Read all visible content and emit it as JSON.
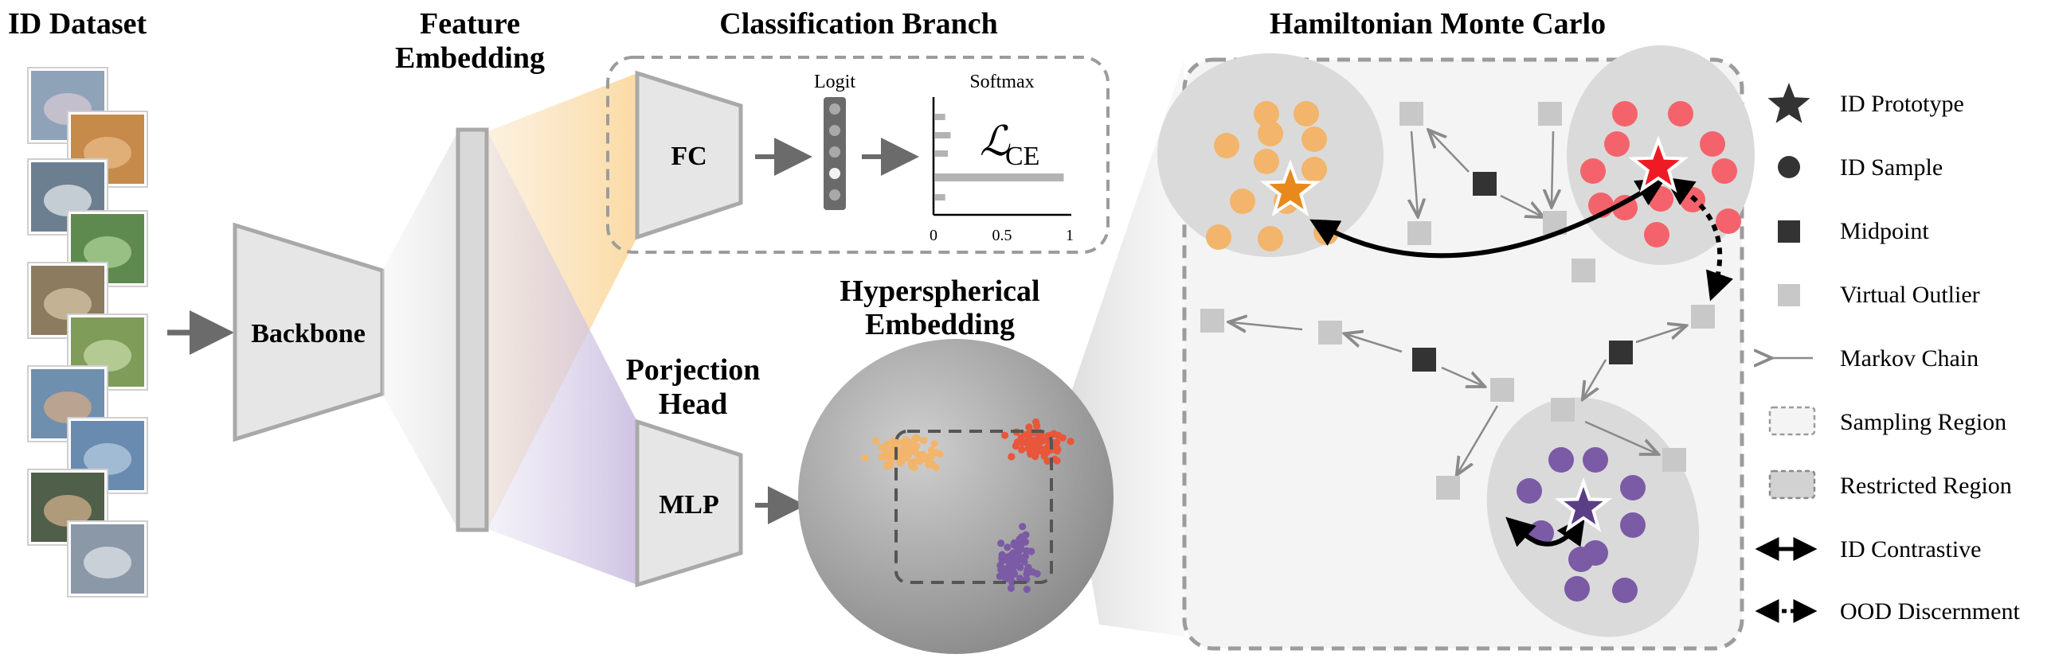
{
  "titles": {
    "id_dataset": "ID Dataset",
    "feature_embedding_1": "Feature",
    "feature_embedding_2": "Embedding",
    "classification_branch": "Classification Branch",
    "hyperspherical_1": "Hyperspherical",
    "hyperspherical_2": "Embedding",
    "projection_1": "Porjection",
    "projection_2": "Head",
    "hmc": "Hamiltonian Monte Carlo"
  },
  "blocks": {
    "backbone": "Backbone",
    "fc": "FC",
    "mlp": "MLP"
  },
  "classification": {
    "logit": "Logit",
    "softmax": "Softmax",
    "loss_symbol": "ℒ",
    "loss_subscript": "CE",
    "tick_0": "0",
    "tick_05": "0.5",
    "tick_1": "1",
    "softmax_values": [
      0.08,
      0.12,
      0.1,
      0.95,
      0.08
    ]
  },
  "legend": {
    "id_prototype": "ID Prototype",
    "id_sample": "ID Sample",
    "midpoint": "Midpoint",
    "virtual_outlier": "Virtual Outlier",
    "markov_chain": "Markov Chain",
    "sampling_region": "Sampling Region",
    "restricted_region": "Restricted Region",
    "id_contrastive": "ID Contrastive",
    "ood_discernment": "OOD Discernment"
  },
  "colors": {
    "orange": "#f2b56b",
    "orange_star": "#e8891c",
    "red": "#f4636b",
    "red_star": "#ee1b24",
    "purple": "#7b5aa6",
    "purple_star": "#5b3f86",
    "block_fill": "#e6e6e6",
    "block_stroke": "#a9a9a9"
  },
  "icons": {
    "dataset_images": [
      "airplane-image",
      "dog-image",
      "car-image",
      "frog-image",
      "cat-image",
      "horse-image",
      "bird-image",
      "ship-image",
      "deer-image",
      "truck-image"
    ]
  }
}
